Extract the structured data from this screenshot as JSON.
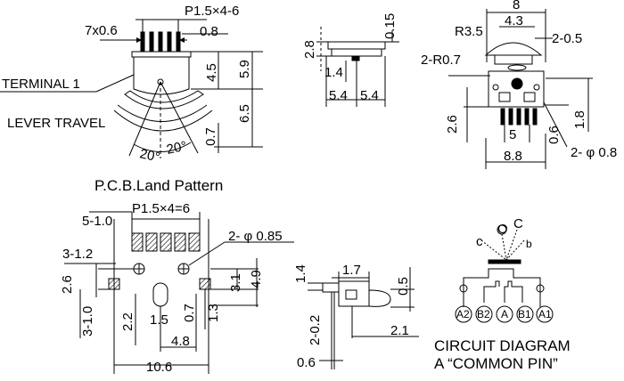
{
  "view1": {
    "pitch": "P1.5×4-6",
    "pin_width": "7x0.6",
    "pin_thick": "0.8",
    "terminal_label": "TERMINAL 1",
    "lever_travel_label": "LEVER TRAVEL",
    "dims": {
      "d45": "4.5",
      "d59": "5.9",
      "d65": "6.5",
      "d07": "0.7",
      "ang_a": "20°",
      "ang_b": "20°"
    }
  },
  "view2": {
    "dims": {
      "d015": "0.15",
      "d28": "2.8",
      "d14": "1.4",
      "d54a": "5.4",
      "d54b": "5.4"
    }
  },
  "view3": {
    "dims": {
      "d8": "8",
      "d43": "4.3",
      "r35": "R3.5",
      "d205": "2-0.5",
      "r07": "2-R0.7",
      "d26": "2.6",
      "d18": "1.8",
      "d5": "5",
      "d06": "0.6",
      "phi08": "2- φ 0.8",
      "d88": "8.8"
    }
  },
  "pcb": {
    "title": "P.C.B.Land Pattern",
    "pitch": "P1.5×4=6",
    "dims": {
      "d510": "5-1.0",
      "phi085": "2- φ 0.85",
      "d312": "3-1.2",
      "d26": "2.6",
      "d31": "3.1",
      "d49": "4.9",
      "d310": "3-1.0",
      "d22": "2.2",
      "d15": "1.5",
      "d07": "0.7",
      "d13": "1.3",
      "d48": "4.8",
      "d106": "10.6"
    }
  },
  "side": {
    "dims": {
      "d14": "1.4",
      "d17": "1.7",
      "d05": "0.5",
      "d202": "2-0.2",
      "d21": "2.1",
      "d06": "0.6"
    }
  },
  "circuit": {
    "title": "CIRCUIT DIAGRAM",
    "subtitle": "A “COMMON PIN”",
    "top_labels": [
      "c",
      "O",
      "C",
      "b"
    ],
    "pins": [
      "A2",
      "B2",
      "A",
      "B1",
      "A1"
    ]
  }
}
